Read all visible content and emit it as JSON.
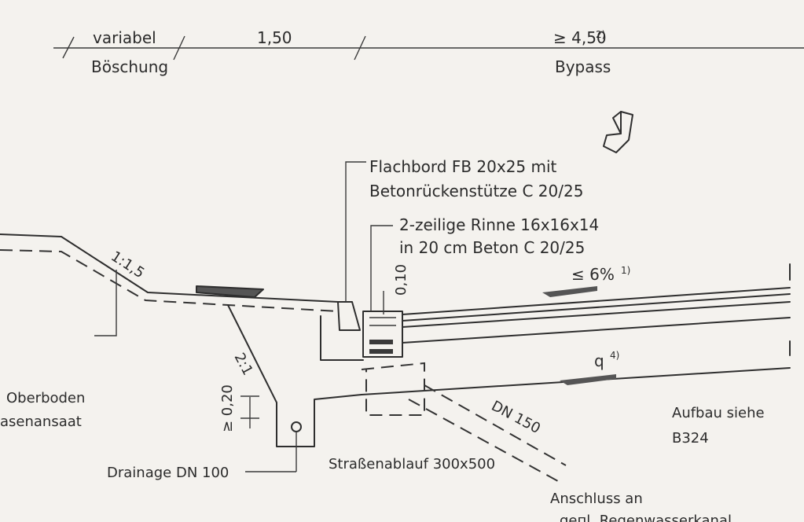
{
  "dimensions": {
    "seg1_top": "variabel",
    "seg1_bottom": "Böschung",
    "seg2_top": "1,50",
    "seg3_top": "≥ 4,50",
    "seg3_sup": "2)",
    "seg3_bottom": "Bypass"
  },
  "labels": {
    "flachbord_line1": "Flachbord FB 20x25 mit",
    "flachbord_line2": "Betonrückenstütze C 20/25",
    "rinne_line1": "2-zeilige Rinne 16x16x14",
    "rinne_line2": "in 20 cm Beton C 20/25",
    "slope_road": "≤ 6%",
    "slope_road_sup": "1)",
    "q": "q",
    "q_sup": "4)",
    "embankment_slope": "1:1,5",
    "drain_slope": "2:1",
    "dim_010": "0,10",
    "dim_020": "≥ 0,20",
    "dn150": "DN 150",
    "oberboden": "Oberboden",
    "rasenansaat": "asenansaat",
    "aufbau_line1": "Aufbau siehe",
    "aufbau_line2": "B324",
    "drainage": "Drainage DN 100",
    "strassenablauf": "Straßenablauf 300x500",
    "anschluss_line1": "Anschluss an",
    "anschluss_line2": "geпl. Regenwasserkanal"
  }
}
